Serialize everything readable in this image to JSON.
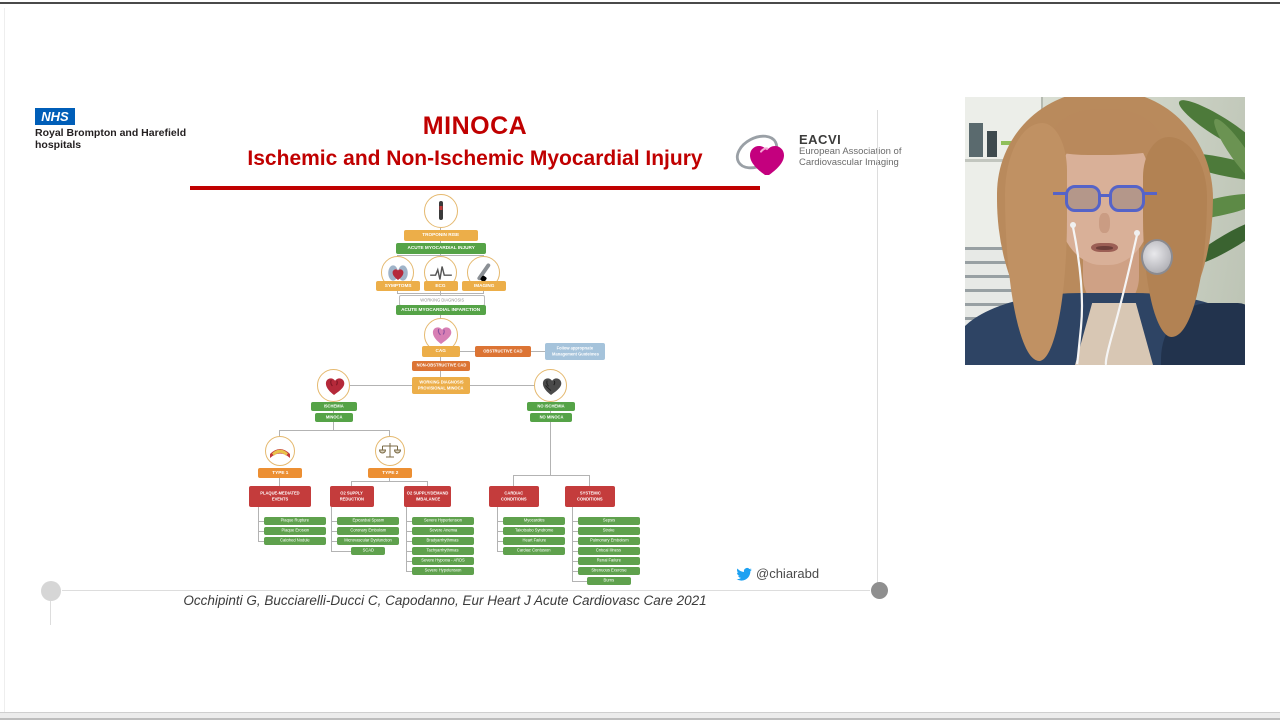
{
  "page": {
    "colors": {
      "title_red": "#C00000",
      "nhs_blue": "#005EB8",
      "eacvi_pink": "#C4007E",
      "amber": "#ECAE49",
      "dark_orange": "#DC7434",
      "type_orange": "#EC8F33",
      "green": "#55A347",
      "item_green": "#5FA14D",
      "red": "#C43C3C",
      "light_blue": "#A5C3DB",
      "twitter_blue": "#1DA1F2"
    }
  },
  "header": {
    "nhs_logo": "NHS",
    "nhs_org_line1": "Royal Brompton and Harefield",
    "nhs_org_line2": "hospitals",
    "title_line1": "MINOCA",
    "title_line2": "Ischemic and Non-Ischemic Myocardial Injury",
    "eacvi_name": "EACVI",
    "eacvi_sub1": "European Association of",
    "eacvi_sub2": "Cardiovascular Imaging"
  },
  "footer": {
    "citation": "Occhipinti G, Bucciarelli-Ducci C, Capodanno, Eur Heart J Acute Cardiovasc Care 2021",
    "twitter_handle": "@chiarabd"
  },
  "flowchart": {
    "troponin_label": "TROPONIN RISE",
    "injury_label": "ACUTE MYOCARDIAL INJURY",
    "criteria": [
      {
        "label": "SYMPTOMS",
        "icon": "heart-lungs-icon"
      },
      {
        "label": "ECG",
        "icon": "ecg-trace-icon"
      },
      {
        "label": "IMAGING",
        "icon": "ultrasound-probe-icon"
      }
    ],
    "working_dx_label": "WORKING DIAGNOSIS",
    "ami_label": "ACUTE MYOCARDIAL INFARCTION",
    "cag_label": "CAG",
    "obstructive_label": "OBSTRUCTIVE CAD",
    "guidelines_line1": "Follow appropriate",
    "guidelines_line2": "Management Guidelines",
    "non_obstructive_label": "NON-OBSTRUCTIVE CAD",
    "provisional_line1": "WORKING DIAGNOSIS",
    "provisional_line2": "PROVISIONAL MINOCA",
    "ischemia_label": "ISCHEMIA",
    "minoca_label": "MINOCA",
    "no_ischemia_label": "NO ISCHEMIA",
    "no_minoca_label": "NO MINOCA",
    "type1_label": "TYPE 1",
    "type2_label": "TYPE 2",
    "plaque_group": {
      "title1": "PLAQUE-MEDIATED",
      "title2": "EVENTS",
      "items": [
        "Plaque Rupture",
        "Plaque Erosion",
        "Calcified Nodule"
      ]
    },
    "supply_group": {
      "title1": "O2 SUPPLY",
      "title2": "REDUCTION",
      "items": [
        "Epicardial Spasm",
        "Coronary Embolism",
        "Microvascular Dysfunction",
        "SCAD"
      ]
    },
    "imbalance_group": {
      "title1": "O2 SUPPLY/DEMAND",
      "title2": "IMBALANCE",
      "items": [
        "Severe Hypertension",
        "Severe Anemia",
        "Bradyarrhythmias",
        "Tachyarrhythmias",
        "Severe Hypoxia - ARDS",
        "Severe Hypotension"
      ]
    },
    "cardiac_group": {
      "title1": "CARDIAC",
      "title2": "CONDITIONS",
      "items": [
        "Myocarditis",
        "Takotsubo Syndrome",
        "Heart Failure",
        "Cardiac Contusion"
      ]
    },
    "systemic_group": {
      "title1": "SYSTEMIC",
      "title2": "CONDITIONS",
      "items": [
        "Sepsis",
        "Stroke",
        "Pulmonary Embolism",
        "Critical Illness",
        "Renal Failure",
        "Strenuous Exercise",
        "Burns"
      ]
    }
  }
}
